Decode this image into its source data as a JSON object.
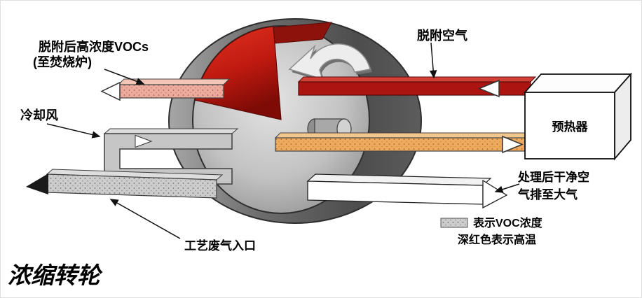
{
  "title": "浓缩转轮",
  "labels": {
    "desorbed_vocs_line1": "脱附后高浓度VOCs",
    "desorbed_vocs_line2": "(至焚烧炉)",
    "cooling_air": "冷却风",
    "desorption_air": "脱附空气",
    "preheater": "预热器",
    "clean_air_line1": "处理后干净空",
    "clean_air_line2": "气排至大气",
    "waste_gas_inlet": "工艺废气入口"
  },
  "legend": {
    "voc": "表示VOC浓度",
    "temp": "深红色表示高温"
  },
  "colors": {
    "hot_red_duct": "#ab1410",
    "wedge_red": "#c01a10",
    "warm_orange": "#eeab60",
    "voc_pink": "#ecab9c",
    "duct_gray": "#cccccc",
    "wheel_dark": "#5a5a5a"
  },
  "icons": {
    "rotation": "counterclockwise-rotation-arrow",
    "flow_left": "left-flow-arrowhead",
    "flow_right": "right-flow-arrowhead",
    "inlet": "black-inlet-arrowhead"
  }
}
